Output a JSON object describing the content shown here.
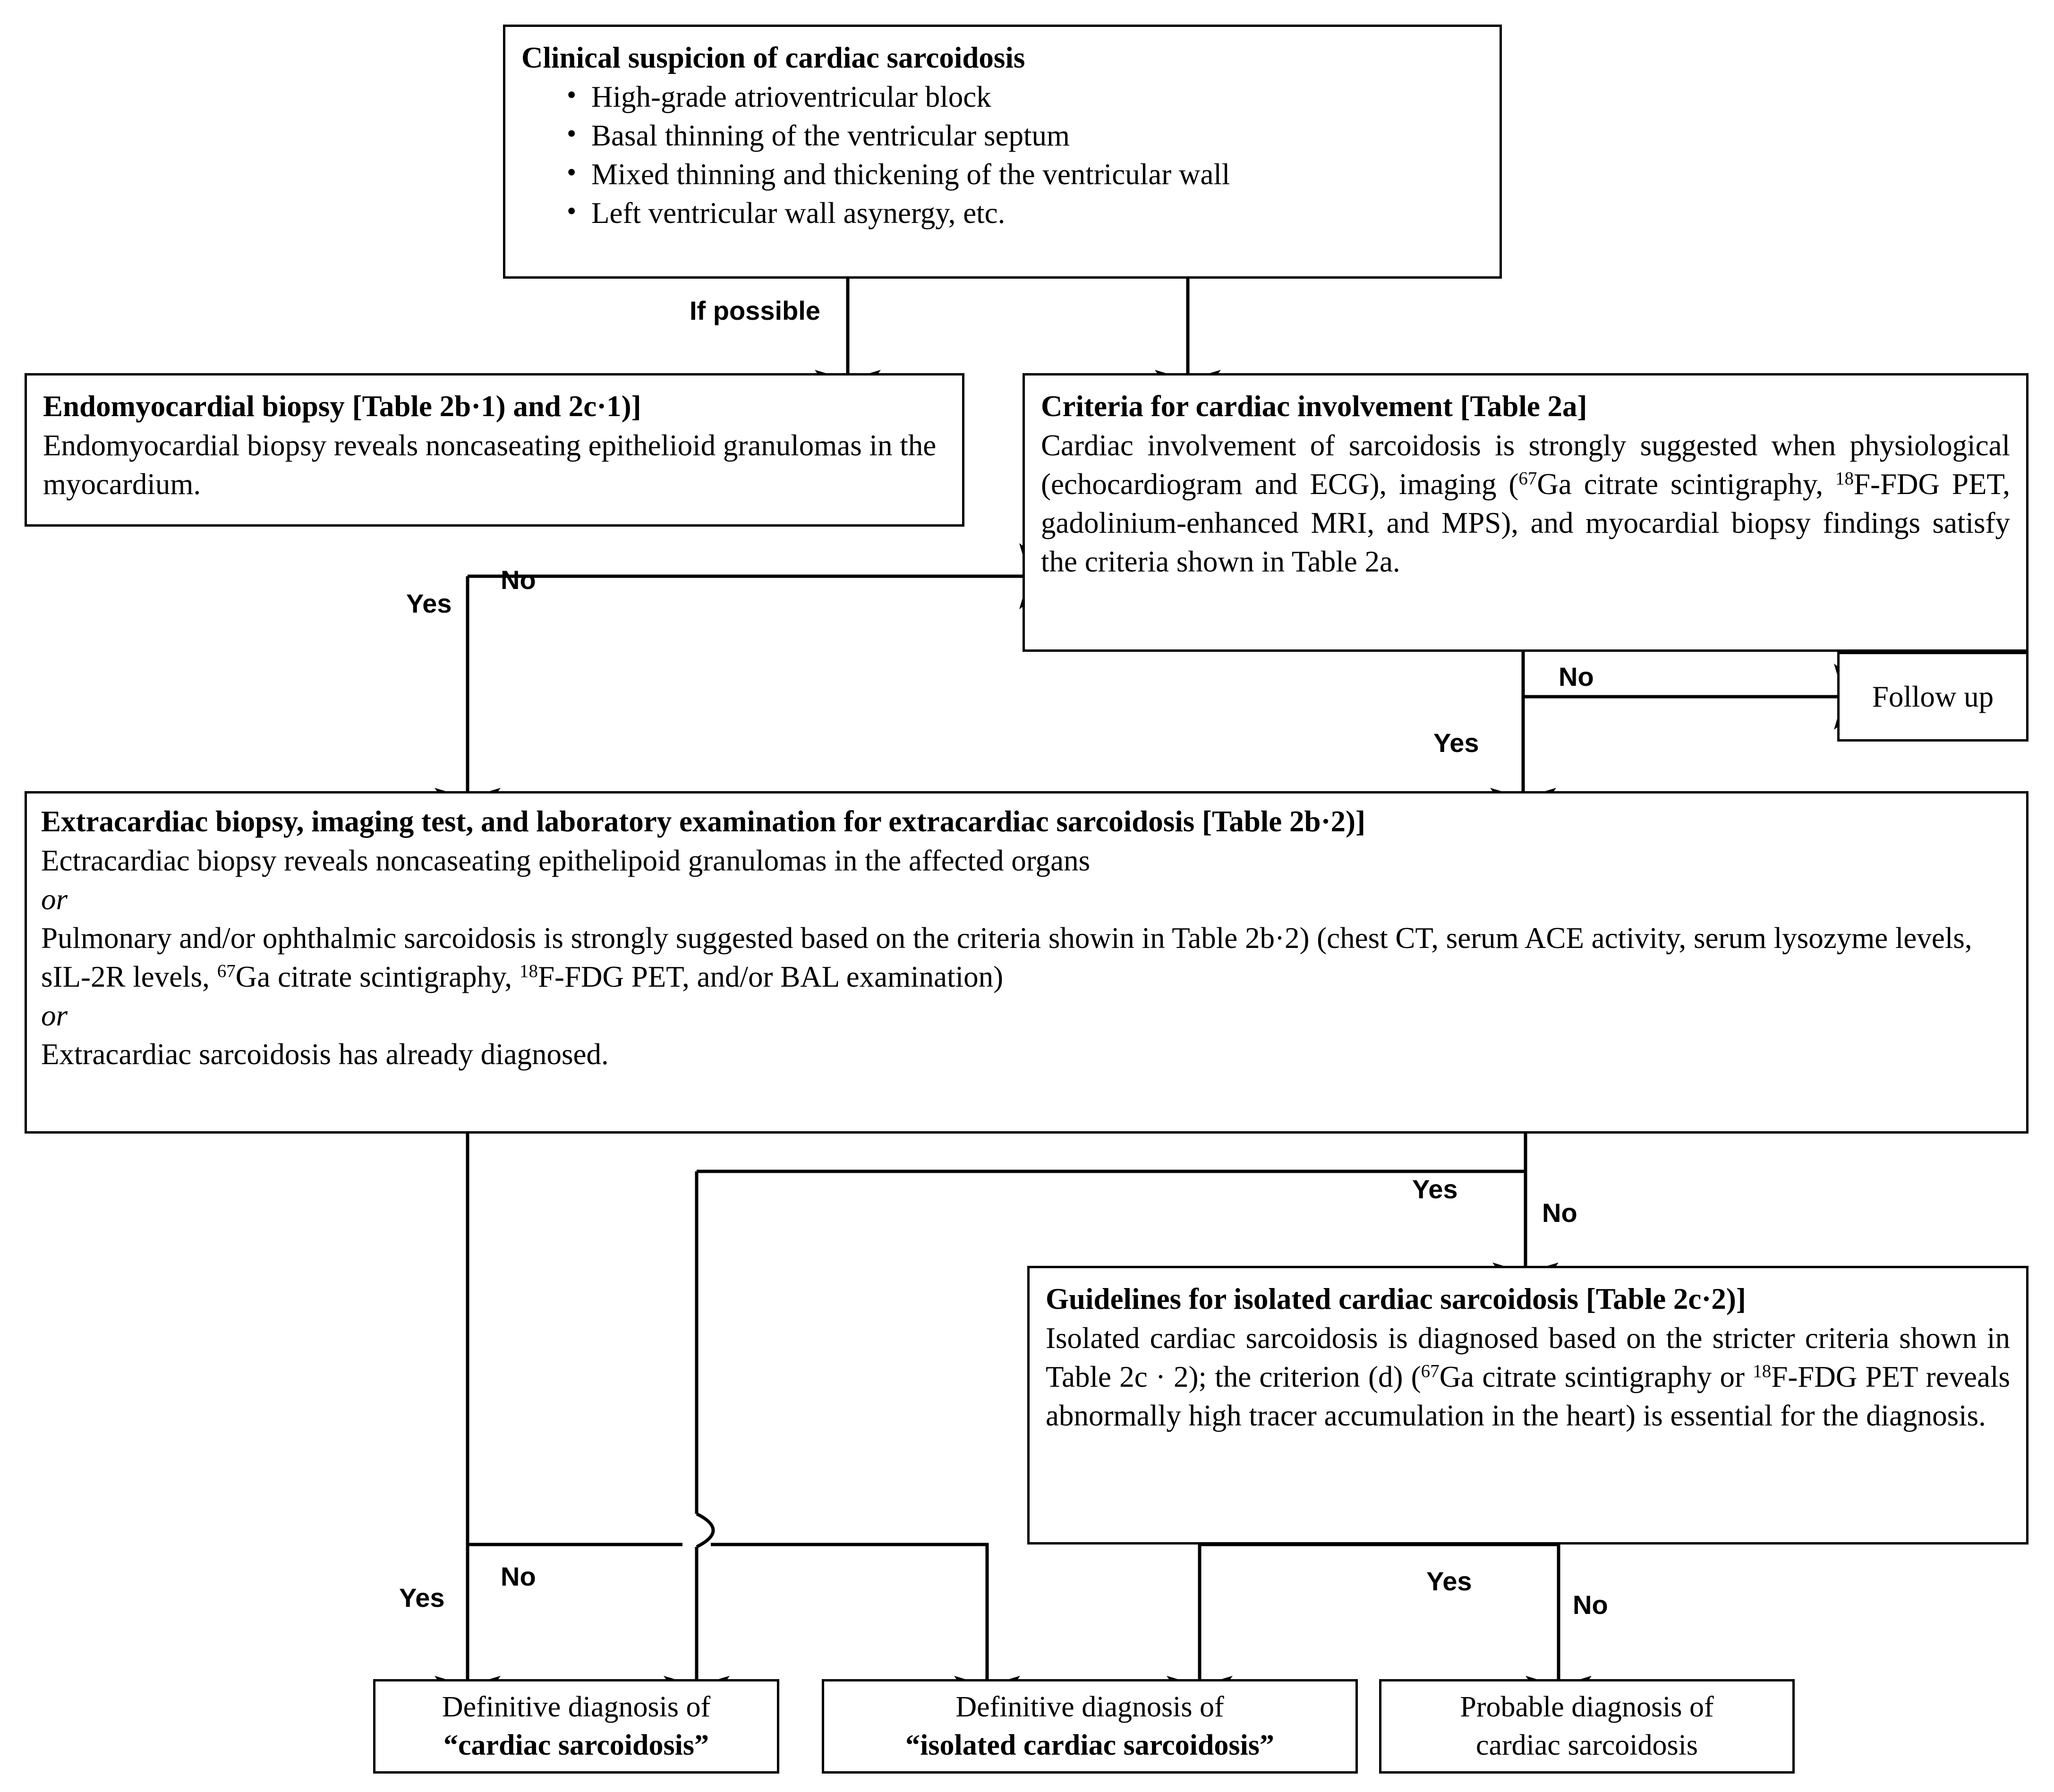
{
  "diagram": {
    "title": "Diagnostic algorithm for cardiac sarcoidosis",
    "line_color": "#000000",
    "background": "#ffffff"
  },
  "nodes": {
    "suspicion": {
      "title": "Clinical suspicion of cardiac sarcoidosis",
      "bullets": [
        "High-grade atrioventricular block",
        "Basal thinning of the ventricular septum",
        "Mixed thinning and thickening of the ventricular wall",
        "Left ventricular wall asynergy, etc."
      ]
    },
    "biopsy": {
      "title": "Endomyocardial biopsy [Table 2b·1) and 2c·1)]",
      "body": "Endomyocardial biopsy reveals noncaseating epithelioid granulomas in the myocardium."
    },
    "criteria": {
      "title": "Criteria for cardiac involvement [Table 2a]",
      "body_1": "Cardiac involvement of sarcoidosis is strongly suggested when physiological (echocardiogram and ECG), imaging (",
      "sup_1": "67",
      "body_2": "Ga citrate scintigraphy, ",
      "sup_2": "18",
      "body_3": "F-FDG PET, gadolinium-enhanced MRI, and MPS), and myocardial biopsy findings satisfy the criteria shown in Table 2a."
    },
    "followup": {
      "label": "Follow up"
    },
    "extracardiac": {
      "title": "Extracardiac biopsy, imaging test, and laboratory examination for extracardiac sarcoidosis [Table 2b·2)]",
      "line_1": "Ectracardiac biopsy reveals noncaseating epithelipoid granulomas in the affected organs",
      "or_1": "or",
      "line_2a": "Pulmonary and/or ophthalmic sarcoidosis is strongly suggested based on the criteria showin in Table 2b·2) (chest CT, serum ACE activity, serum lysozyme levels, sIL-2R levels, ",
      "sup_2a": "67",
      "line_2b": "Ga citrate scintigraphy, ",
      "sup_2b": "18",
      "line_2c": "F-FDG PET, and/or BAL examination)",
      "or_2": "or",
      "line_3": "Extracardiac sarcoidosis has already diagnosed."
    },
    "guidelines": {
      "title": "Guidelines for isolated cardiac sarcoidosis [Table 2c·2)]",
      "body_1": "Isolated cardiac sarcoidosis is diagnosed based on the stricter criteria shown in Table 2c · 2); the criterion (d) (",
      "sup_1": "67",
      "body_2": "Ga citrate scintigraphy or ",
      "sup_2": "18",
      "body_3": "F-FDG PET reveals abnormally high tracer accumulation in the heart) is essential for the diagnosis."
    },
    "result_cardiac": {
      "line1": "Definitive diagnosis of",
      "line2": "“cardiac sarcoidosis”"
    },
    "result_isolated": {
      "line1": "Definitive diagnosis of",
      "line2": "“isolated cardiac sarcoidosis”"
    },
    "result_probable": {
      "line1": "Probable diagnosis of",
      "line2": "cardiac sarcoidosis"
    }
  },
  "edge_labels": {
    "if_possible": "If possible",
    "biopsy_yes": "Yes",
    "biopsy_no": "No",
    "criteria_no": "No",
    "criteria_yes": "Yes",
    "extra_yes": "Yes",
    "extra_no": "No",
    "bottom_left_yes": "Yes",
    "bottom_left_no": "No",
    "guide_yes": "Yes",
    "guide_no": "No"
  }
}
